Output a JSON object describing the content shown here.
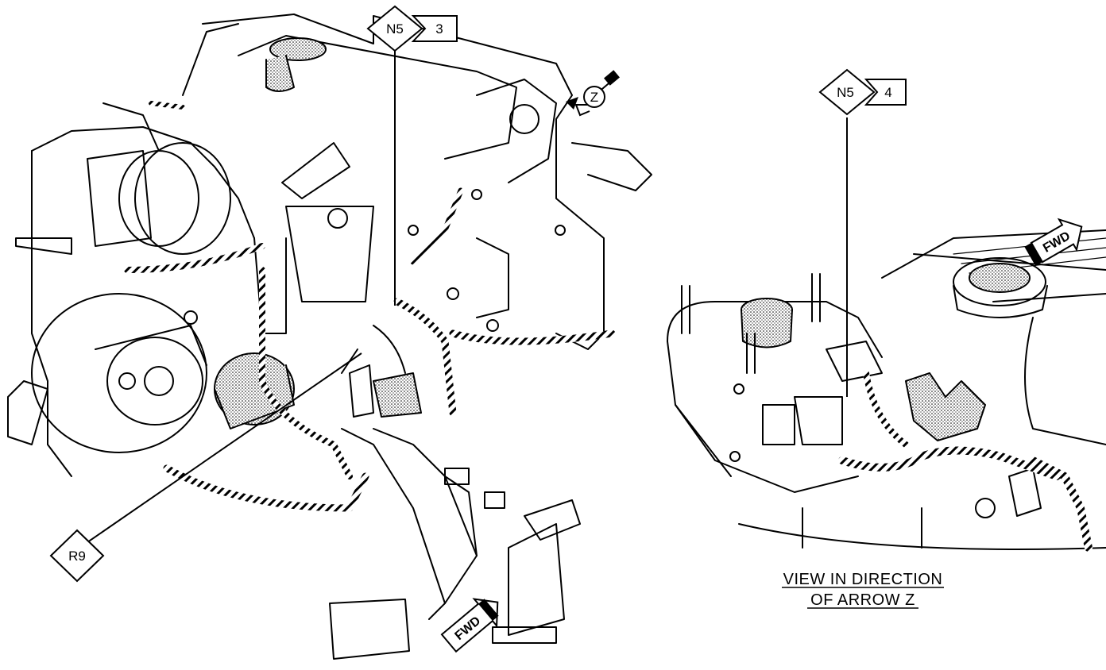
{
  "callouts": {
    "n5_3": {
      "code": "N5",
      "number": "3"
    },
    "n5_4": {
      "code": "N5",
      "number": "4"
    },
    "r9": {
      "code": "R9"
    },
    "arrow_z": {
      "letter": "Z"
    }
  },
  "fwd_indicators": {
    "main": "FWD",
    "detail": "FWD"
  },
  "caption": {
    "line1": "VIEW IN DIRECTION",
    "line2": "OF ARROW Z"
  }
}
